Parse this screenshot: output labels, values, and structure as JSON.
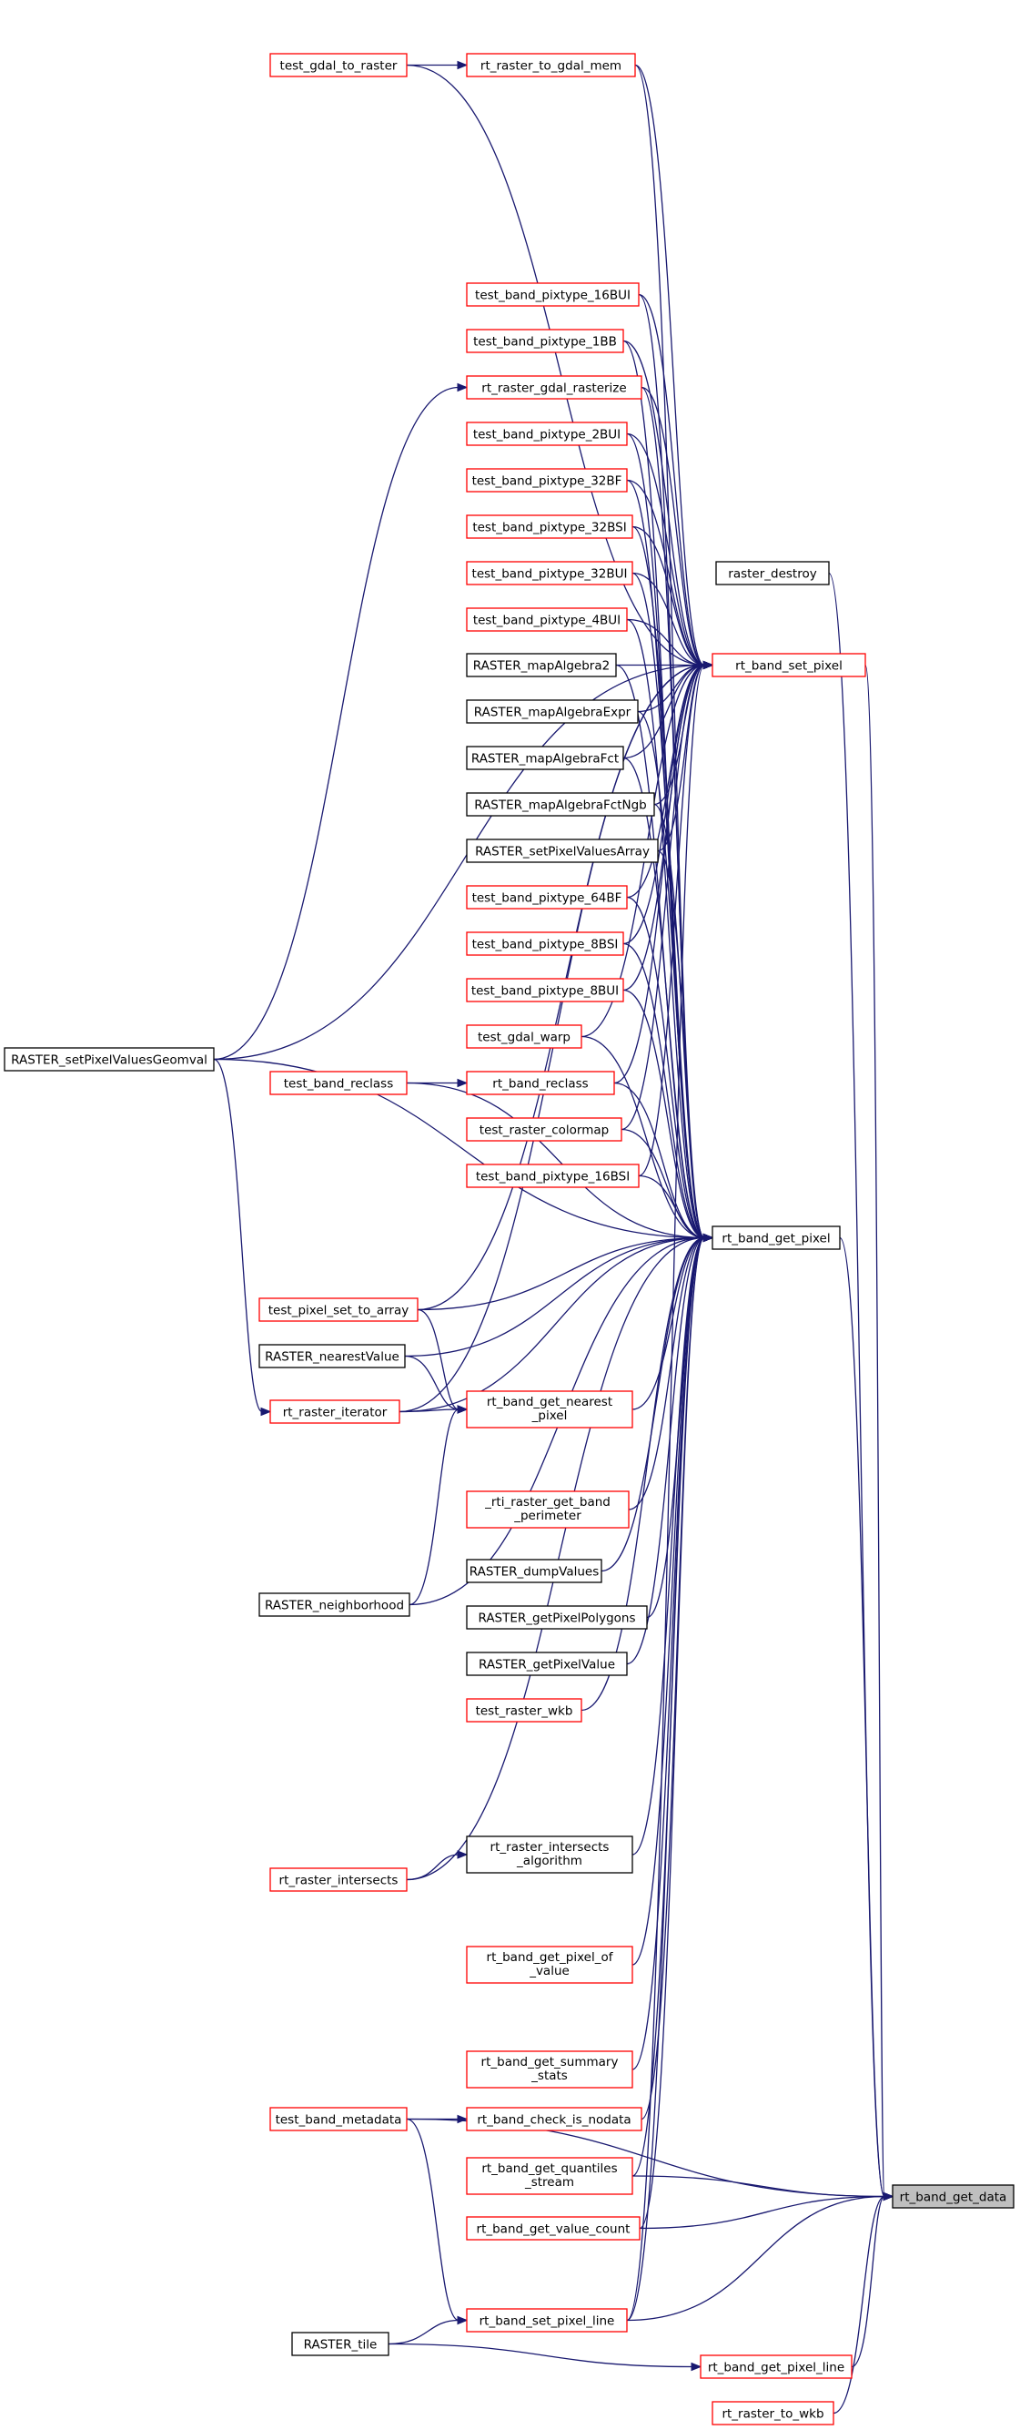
{
  "diagram": {
    "nodes": [
      {
        "id": "n1",
        "label": [
          "test_gdal_to_raster"
        ],
        "border": "red"
      },
      {
        "id": "n2",
        "label": [
          "rt_raster_to_gdal_mem"
        ],
        "border": "red"
      },
      {
        "id": "n3",
        "label": [
          "test_band_pixtype_16BUI"
        ],
        "border": "red"
      },
      {
        "id": "n4",
        "label": [
          "test_band_pixtype_1BB"
        ],
        "border": "red"
      },
      {
        "id": "n5",
        "label": [
          "rt_raster_gdal_rasterize"
        ],
        "border": "red"
      },
      {
        "id": "n6",
        "label": [
          "test_band_pixtype_2BUI"
        ],
        "border": "red"
      },
      {
        "id": "n7",
        "label": [
          "test_band_pixtype_32BF"
        ],
        "border": "red"
      },
      {
        "id": "n8",
        "label": [
          "test_band_pixtype_32BSI"
        ],
        "border": "red"
      },
      {
        "id": "n9",
        "label": [
          "test_band_pixtype_32BUI"
        ],
        "border": "red"
      },
      {
        "id": "n10",
        "label": [
          "raster_destroy"
        ],
        "border": "black"
      },
      {
        "id": "n11",
        "label": [
          "test_band_pixtype_4BUI"
        ],
        "border": "red"
      },
      {
        "id": "n12",
        "label": [
          "RASTER_mapAlgebra2"
        ],
        "border": "black"
      },
      {
        "id": "n13",
        "label": [
          "rt_band_set_pixel"
        ],
        "border": "red"
      },
      {
        "id": "n14",
        "label": [
          "RASTER_mapAlgebraExpr"
        ],
        "border": "black"
      },
      {
        "id": "n15",
        "label": [
          "RASTER_mapAlgebraFct"
        ],
        "border": "black"
      },
      {
        "id": "n16",
        "label": [
          "RASTER_mapAlgebraFctNgb"
        ],
        "border": "black"
      },
      {
        "id": "n17",
        "label": [
          "RASTER_setPixelValuesArray"
        ],
        "border": "black"
      },
      {
        "id": "n18",
        "label": [
          "test_band_pixtype_64BF"
        ],
        "border": "red"
      },
      {
        "id": "n19",
        "label": [
          "test_band_pixtype_8BSI"
        ],
        "border": "red"
      },
      {
        "id": "n20",
        "label": [
          "test_band_pixtype_8BUI"
        ],
        "border": "red"
      },
      {
        "id": "n21",
        "label": [
          "RASTER_setPixelValuesGeomval"
        ],
        "border": "black"
      },
      {
        "id": "n22",
        "label": [
          "test_gdal_warp"
        ],
        "border": "red"
      },
      {
        "id": "n23",
        "label": [
          "test_band_reclass"
        ],
        "border": "red"
      },
      {
        "id": "n24",
        "label": [
          "rt_band_reclass"
        ],
        "border": "red"
      },
      {
        "id": "n25",
        "label": [
          "test_raster_colormap"
        ],
        "border": "red"
      },
      {
        "id": "n26",
        "label": [
          "test_band_pixtype_16BSI"
        ],
        "border": "red"
      },
      {
        "id": "n27",
        "label": [
          "rt_band_get_pixel"
        ],
        "border": "black"
      },
      {
        "id": "n28",
        "label": [
          "test_pixel_set_to_array"
        ],
        "border": "red"
      },
      {
        "id": "n29",
        "label": [
          "RASTER_nearestValue"
        ],
        "border": "black"
      },
      {
        "id": "n30",
        "label": [
          "rt_band_get_nearest",
          "_pixel"
        ],
        "border": "red"
      },
      {
        "id": "n31",
        "label": [
          "rt_raster_iterator"
        ],
        "border": "red"
      },
      {
        "id": "n32",
        "label": [
          "_rti_raster_get_band",
          "_perimeter"
        ],
        "border": "red"
      },
      {
        "id": "n33",
        "label": [
          "RASTER_dumpValues"
        ],
        "border": "black"
      },
      {
        "id": "n34",
        "label": [
          "RASTER_neighborhood"
        ],
        "border": "black"
      },
      {
        "id": "n35",
        "label": [
          "RASTER_getPixelPolygons"
        ],
        "border": "black"
      },
      {
        "id": "n36",
        "label": [
          "RASTER_getPixelValue"
        ],
        "border": "black"
      },
      {
        "id": "n37",
        "label": [
          "test_raster_wkb"
        ],
        "border": "red"
      },
      {
        "id": "n38",
        "label": [
          "rt_raster_intersects",
          "_algorithm"
        ],
        "border": "black"
      },
      {
        "id": "n39",
        "label": [
          "rt_raster_intersects"
        ],
        "border": "red"
      },
      {
        "id": "n40",
        "label": [
          "rt_band_get_pixel_of",
          "_value"
        ],
        "border": "red"
      },
      {
        "id": "n41",
        "label": [
          "rt_band_get_summary",
          "_stats"
        ],
        "border": "red"
      },
      {
        "id": "n42",
        "label": [
          "test_band_metadata"
        ],
        "border": "red"
      },
      {
        "id": "n43",
        "label": [
          "rt_band_check_is_nodata"
        ],
        "border": "red"
      },
      {
        "id": "n44",
        "label": [
          "rt_band_get_quantiles",
          "_stream"
        ],
        "border": "red"
      },
      {
        "id": "n45",
        "label": [
          "rt_band_get_data"
        ],
        "border": "root"
      },
      {
        "id": "n46",
        "label": [
          "rt_band_get_value_count"
        ],
        "border": "red"
      },
      {
        "id": "n47",
        "label": [
          "RASTER_tile"
        ],
        "border": "black"
      },
      {
        "id": "n48",
        "label": [
          "rt_band_set_pixel_line"
        ],
        "border": "red"
      },
      {
        "id": "n49",
        "label": [
          "rt_band_get_pixel_line"
        ],
        "border": "red"
      },
      {
        "id": "n50",
        "label": [
          "rt_raster_to_wkb"
        ],
        "border": "red"
      }
    ],
    "edges": [
      [
        "n1",
        "n2"
      ],
      [
        "n1",
        "n13"
      ],
      [
        "n2",
        "n27"
      ],
      [
        "n42",
        "n48"
      ],
      [
        "n42",
        "n43"
      ],
      [
        "n42",
        "n45"
      ],
      [
        "n47",
        "n48"
      ],
      [
        "n47",
        "n49"
      ],
      [
        "n21",
        "n5"
      ],
      [
        "n21",
        "n31"
      ],
      [
        "n21",
        "n13"
      ],
      [
        "n21",
        "n27"
      ],
      [
        "n23",
        "n24"
      ],
      [
        "n23",
        "n27"
      ],
      [
        "n28",
        "n13"
      ],
      [
        "n28",
        "n27"
      ],
      [
        "n28",
        "n30"
      ],
      [
        "n29",
        "n27"
      ],
      [
        "n29",
        "n30"
      ],
      [
        "n31",
        "n13"
      ],
      [
        "n31",
        "n27"
      ],
      [
        "n31",
        "n30"
      ],
      [
        "n34",
        "n30"
      ],
      [
        "n34",
        "n27"
      ],
      [
        "n39",
        "n38"
      ],
      [
        "n39",
        "n27"
      ],
      [
        "n2",
        "n13"
      ],
      [
        "n3",
        "n13"
      ],
      [
        "n4",
        "n13"
      ],
      [
        "n5",
        "n13"
      ],
      [
        "n6",
        "n13"
      ],
      [
        "n7",
        "n13"
      ],
      [
        "n8",
        "n13"
      ],
      [
        "n9",
        "n13"
      ],
      [
        "n11",
        "n13"
      ],
      [
        "n12",
        "n13"
      ],
      [
        "n14",
        "n13"
      ],
      [
        "n15",
        "n13"
      ],
      [
        "n16",
        "n13"
      ],
      [
        "n17",
        "n13"
      ],
      [
        "n18",
        "n13"
      ],
      [
        "n19",
        "n13"
      ],
      [
        "n20",
        "n13"
      ],
      [
        "n22",
        "n13"
      ],
      [
        "n24",
        "n13"
      ],
      [
        "n25",
        "n13"
      ],
      [
        "n26",
        "n13"
      ],
      [
        "n48",
        "n13"
      ],
      [
        "n3",
        "n27"
      ],
      [
        "n4",
        "n27"
      ],
      [
        "n5",
        "n27"
      ],
      [
        "n6",
        "n27"
      ],
      [
        "n7",
        "n27"
      ],
      [
        "n8",
        "n27"
      ],
      [
        "n9",
        "n27"
      ],
      [
        "n11",
        "n27"
      ],
      [
        "n12",
        "n27"
      ],
      [
        "n14",
        "n27"
      ],
      [
        "n15",
        "n27"
      ],
      [
        "n16",
        "n27"
      ],
      [
        "n17",
        "n27"
      ],
      [
        "n18",
        "n27"
      ],
      [
        "n19",
        "n27"
      ],
      [
        "n20",
        "n27"
      ],
      [
        "n22",
        "n27"
      ],
      [
        "n24",
        "n27"
      ],
      [
        "n25",
        "n27"
      ],
      [
        "n26",
        "n27"
      ],
      [
        "n30",
        "n27"
      ],
      [
        "n32",
        "n27"
      ],
      [
        "n33",
        "n27"
      ],
      [
        "n35",
        "n27"
      ],
      [
        "n36",
        "n27"
      ],
      [
        "n37",
        "n27"
      ],
      [
        "n38",
        "n27"
      ],
      [
        "n40",
        "n27"
      ],
      [
        "n41",
        "n27"
      ],
      [
        "n43",
        "n27"
      ],
      [
        "n44",
        "n27"
      ],
      [
        "n46",
        "n27"
      ],
      [
        "n48",
        "n27"
      ],
      [
        "n10",
        "n45"
      ],
      [
        "n13",
        "n45"
      ],
      [
        "n27",
        "n45"
      ],
      [
        "n44",
        "n45"
      ],
      [
        "n46",
        "n45"
      ],
      [
        "n48",
        "n45"
      ],
      [
        "n49",
        "n45"
      ],
      [
        "n50",
        "n45"
      ]
    ]
  }
}
